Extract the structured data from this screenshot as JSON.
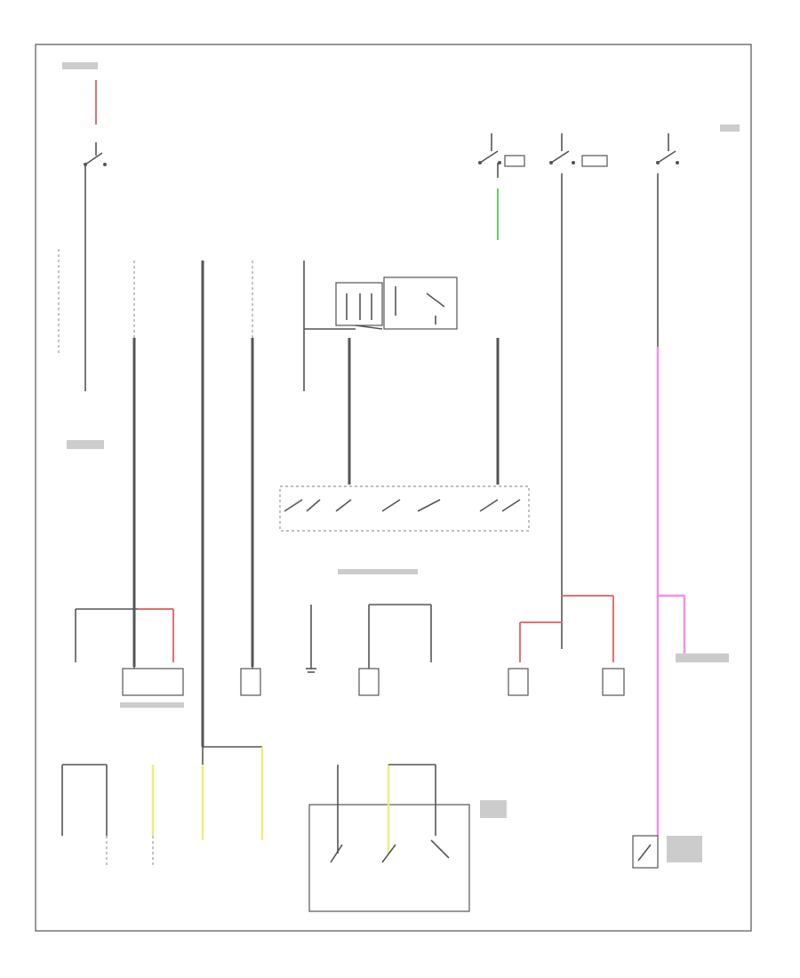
{
  "diagram": {
    "page_number": "",
    "components": [
      {
        "id": "battery-feed-switch",
        "kind": "switch"
      },
      {
        "id": "ignition-switch-1",
        "kind": "switch"
      },
      {
        "id": "ignition-switch-2",
        "kind": "switch"
      },
      {
        "id": "ignition-switch-3",
        "kind": "switch"
      },
      {
        "id": "multifunction-switch",
        "kind": "switch-assembly"
      },
      {
        "id": "brake-light-switch",
        "kind": "switch"
      },
      {
        "id": "load-1",
        "kind": "connector"
      },
      {
        "id": "load-2",
        "kind": "connector"
      },
      {
        "id": "load-3",
        "kind": "connector"
      },
      {
        "id": "load-4",
        "kind": "connector"
      },
      {
        "id": "load-5",
        "kind": "connector"
      },
      {
        "id": "load-6",
        "kind": "connector"
      },
      {
        "id": "load-7",
        "kind": "connector"
      },
      {
        "id": "load-8",
        "kind": "connector"
      },
      {
        "id": "relay-module",
        "kind": "switch-assembly"
      },
      {
        "id": "bottom-right-switch",
        "kind": "switch"
      }
    ],
    "wire_colors": {
      "default": "#555555",
      "pink": "#f090e8",
      "red": "#e07070",
      "green": "#66cc66",
      "yellow": "#eeee77"
    }
  }
}
